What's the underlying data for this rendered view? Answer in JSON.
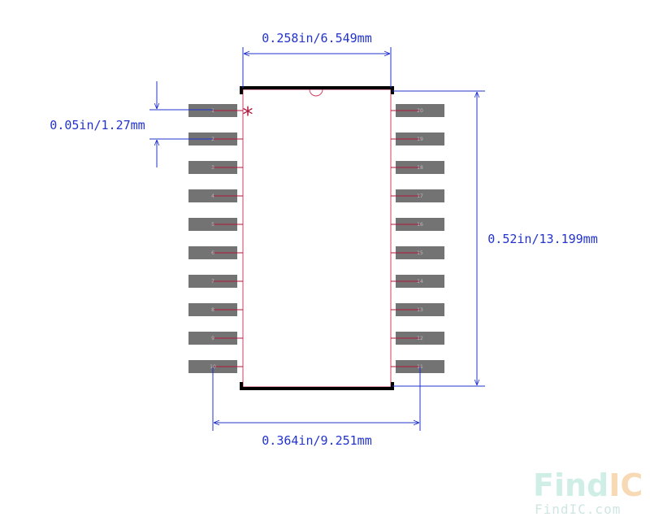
{
  "dimensions": {
    "body_width": "0.258in/6.549mm",
    "pitch": "0.05in/1.27mm",
    "body_length": "0.52in/13.199mm",
    "span_width": "0.364in/9.251mm"
  },
  "pin1_marker": "*",
  "pins": {
    "left": [
      "1",
      "2",
      "3",
      "4",
      "5",
      "6",
      "7",
      "8",
      "9",
      "10"
    ],
    "right": [
      "20",
      "19",
      "18",
      "17",
      "16",
      "15",
      "14",
      "13",
      "12",
      "11"
    ]
  },
  "watermark": {
    "logo_part1": "Find",
    "logo_part2": "IC",
    "url": "FindIC.com"
  },
  "colors": {
    "dimension": "#2233cc",
    "pad": "#737373",
    "pin_line": "#b0173a",
    "outline": "#000000",
    "body_edge": "#d04060",
    "marker": "#b0173a",
    "logo_find": "#cfeee6",
    "logo_ic": "#f7d9b5"
  }
}
